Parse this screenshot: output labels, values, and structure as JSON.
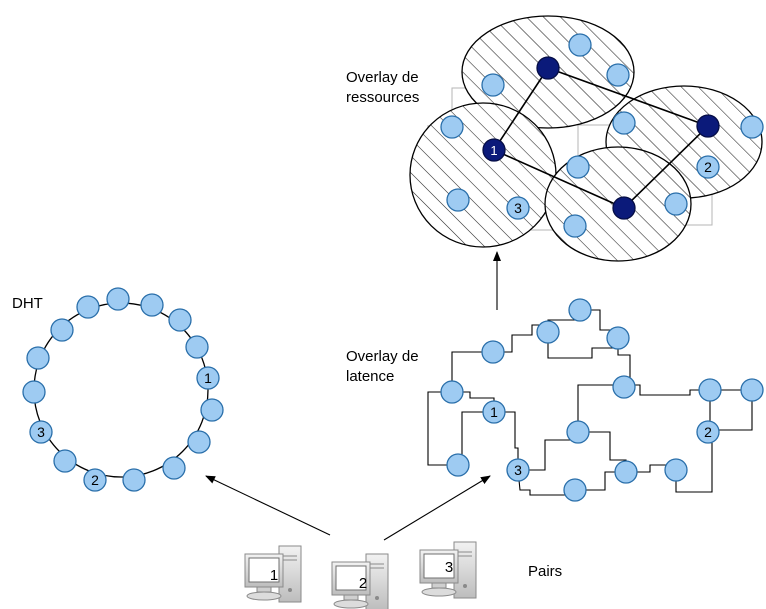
{
  "labels": {
    "dht": "DHT",
    "overlay_latence_line1": "Overlay de",
    "overlay_latence_line2": "latence",
    "overlay_ressources_line1": "Overlay de",
    "overlay_ressources_line2": "ressources",
    "pairs": "Pairs"
  },
  "dht_node_numbers": {
    "n1": "1",
    "n2": "2",
    "n3": "3"
  },
  "latence_node_numbers": {
    "n1": "1",
    "n2": "2",
    "n3": "3"
  },
  "ressources_node_numbers": {
    "n1": "1",
    "n2": "2",
    "n3": "3"
  },
  "peers": [
    {
      "label": "1"
    },
    {
      "label": "2"
    },
    {
      "label": "3"
    }
  ],
  "colors": {
    "node_fill": "#9ecbf2",
    "node_stroke": "#2a6faa",
    "representative_node": "#0b1a7a"
  },
  "icons": {
    "peer": "computer-icon"
  }
}
